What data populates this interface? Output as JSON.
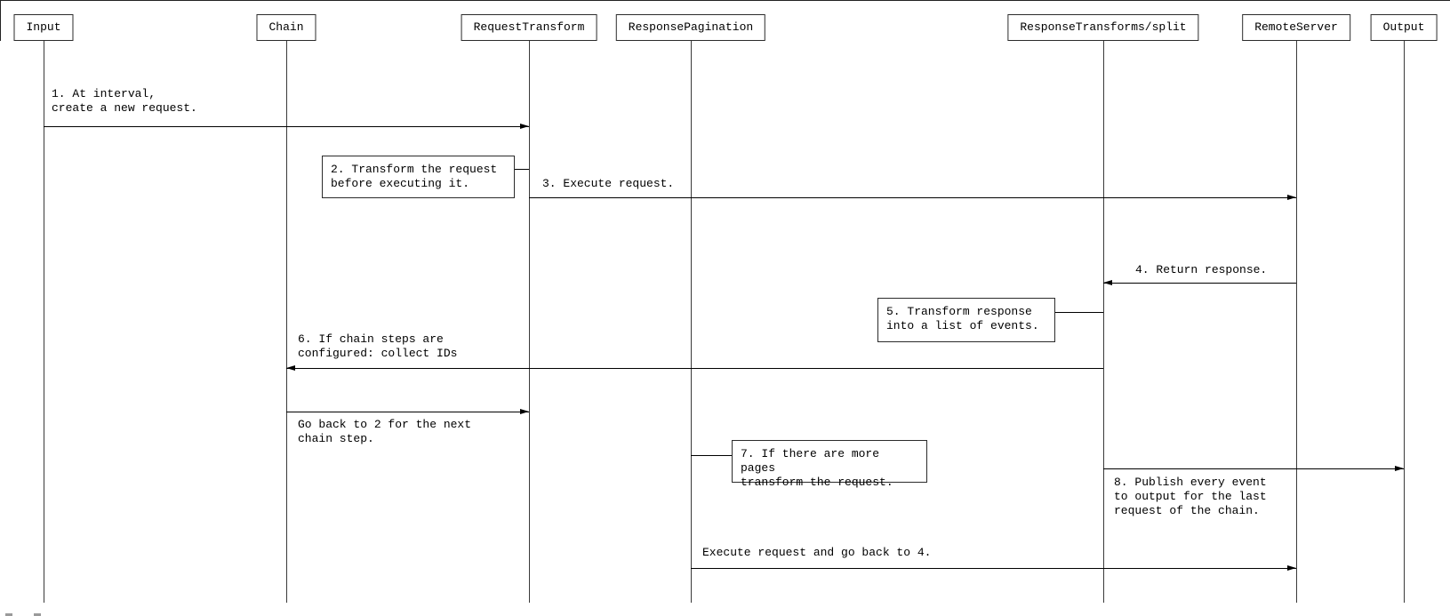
{
  "diagram": {
    "type": "sequence-diagram",
    "participants": [
      {
        "label": "Input"
      },
      {
        "label": "Chain"
      },
      {
        "label": "RequestTransform"
      },
      {
        "label": "ResponsePagination"
      },
      {
        "label": "ResponseTransforms/split"
      },
      {
        "label": "RemoteServer"
      },
      {
        "label": "Output"
      }
    ],
    "messages": {
      "m1": {
        "text": "1. At interval,\ncreate a new request.",
        "from": "Input",
        "to": "RequestTransform",
        "direction": "right"
      },
      "m3": {
        "text": "3. Execute request.",
        "from": "RequestTransform",
        "to": "RemoteServer",
        "direction": "right"
      },
      "m4": {
        "text": "4. Return response.",
        "from": "RemoteServer",
        "to": "ResponseTransforms/split",
        "direction": "left"
      },
      "m6": {
        "text": "6. If chain steps are\nconfigured: collect IDs",
        "from": "ResponseTransforms/split",
        "to": "Chain",
        "direction": "left"
      },
      "goback2": {
        "text": "Go back to 2 for the next\nchain step.",
        "from": "Chain",
        "to": "RequestTransform",
        "direction": "right"
      },
      "m8": {
        "text": "8. Publish every event\nto output for the last\nrequest of the chain.",
        "from": "ResponseTransforms/split",
        "to": "Output",
        "direction": "right"
      },
      "goback4": {
        "text": "Execute request and go back to 4.",
        "from": "ResponsePagination",
        "to": "RemoteServer",
        "direction": "right"
      }
    },
    "notes": {
      "n2": {
        "text": "2. Transform the request\nbefore executing it.",
        "attached_to": "RequestTransform"
      },
      "n5": {
        "text": "5. Transform response\ninto a list of events.",
        "attached_to": "ResponseTransforms/split"
      },
      "n7": {
        "text": "7. If there are more pages\ntransform the request.",
        "attached_to": "ResponsePagination"
      }
    },
    "colors": {
      "line": "#000000",
      "border": "#2b2b2b",
      "background": "#ffffff"
    }
  }
}
